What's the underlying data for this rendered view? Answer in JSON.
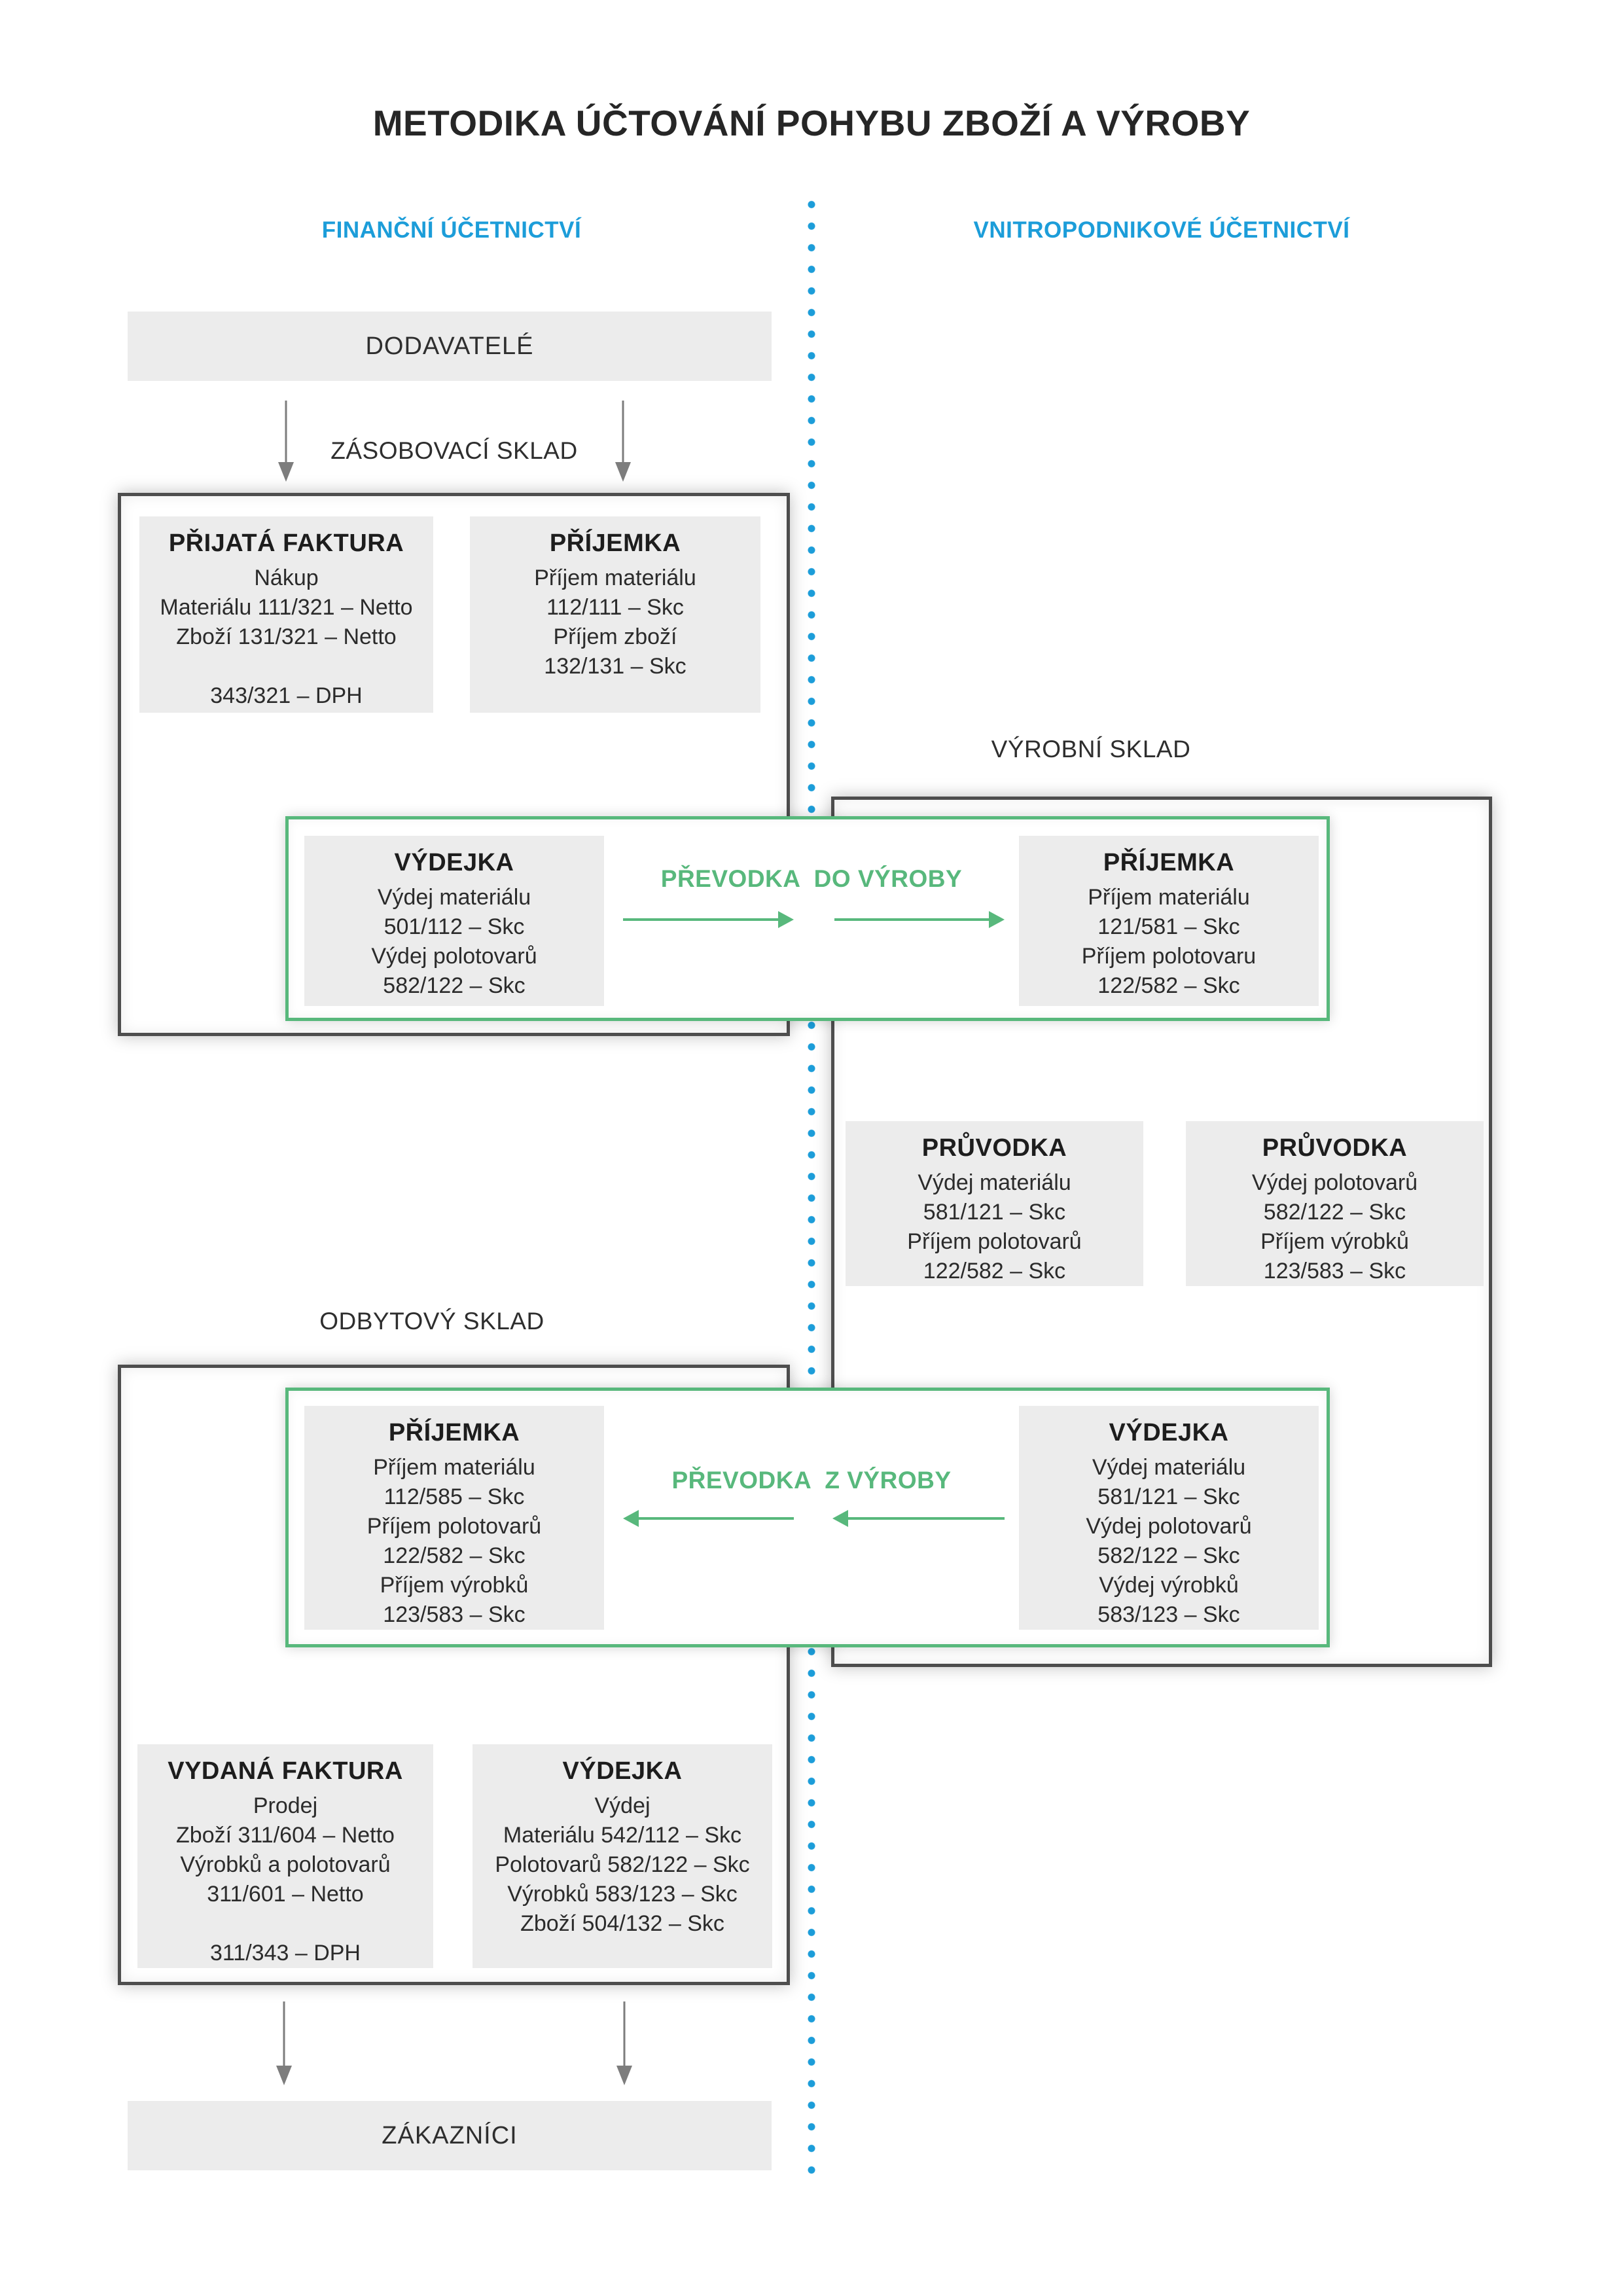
{
  "title": "METODIKA ÚČTOVÁNÍ POHYBU ZBOŽÍ A VÝROBY",
  "colors": {
    "blue": "#1C9DD9",
    "green": "#58B87C",
    "box_border": "#4D4D4D",
    "card_bg": "#ECECEC",
    "arrow_gray": "#7D7D7D",
    "text": "#262626"
  },
  "columns": {
    "left_header": "FINANČNÍ ÚČETNICTVÍ",
    "right_header": "VNITROPODNIKOVÉ ÚČETNICTVÍ"
  },
  "section_labels": {
    "zasobovaci_sklad": "ZÁSOBOVACÍ SKLAD",
    "vyrobni_sklad": "VÝROBNÍ SKLAD",
    "odbytovy_sklad": "ODBYTOVÝ SKLAD"
  },
  "nodes": {
    "dodavatele": "DODAVATELÉ",
    "zakaznici": "ZÁKAZNÍCI"
  },
  "transfers": {
    "do_vyroby": "PŘEVODKA  DO VÝROBY",
    "z_vyroby": "PŘEVODKA  Z VÝROBY"
  },
  "cards": {
    "prijata_faktura": {
      "title": "PŘIJATÁ FAKTURA",
      "lines": [
        "Nákup",
        "Materiálu 111/321 – Netto",
        "Zboží 131/321 – Netto",
        "",
        "343/321 – DPH"
      ]
    },
    "prijemka_zasobovaci": {
      "title": "PŘÍJEMKA",
      "lines": [
        "Příjem materiálu",
        "112/111 – Skc",
        "Příjem zboží",
        "132/131 – Skc"
      ]
    },
    "vydejka_do_vyroby": {
      "title": "VÝDEJKA",
      "lines": [
        "Výdej materiálu",
        "501/112 – Skc",
        "Výdej polotovarů",
        "582/122 – Skc"
      ]
    },
    "prijemka_vyrobni": {
      "title": "PŘÍJEMKA",
      "lines": [
        "Příjem materiálu",
        "121/581 – Skc",
        "Příjem polotovaru",
        "122/582 – Skc"
      ]
    },
    "pruvodka_1": {
      "title": "PRŮVODKA",
      "lines": [
        "Výdej materiálu",
        "581/121 – Skc",
        "Příjem polotovarů",
        "122/582 – Skc"
      ]
    },
    "pruvodka_2": {
      "title": "PRŮVODKA",
      "lines": [
        "Výdej polotovarů",
        "582/122 – Skc",
        "Příjem výrobků",
        "123/583 – Skc"
      ]
    },
    "prijemka_odbytovy": {
      "title": "PŘÍJEMKA",
      "lines": [
        "Příjem materiálu",
        "112/585 – Skc",
        "Příjem polotovarů",
        "122/582 – Skc",
        "Příjem výrobků",
        "123/583 – Skc"
      ]
    },
    "vydejka_z_vyroby": {
      "title": "VÝDEJKA",
      "lines": [
        "Výdej materiálu",
        "581/121 – Skc",
        "Výdej polotovarů",
        "582/122 – Skc",
        "Výdej výrobků",
        "583/123 – Skc"
      ]
    },
    "vydana_faktura": {
      "title": "VYDANÁ FAKTURA",
      "lines": [
        "Prodej",
        "Zboží 311/604 – Netto",
        "Výrobků a polotovarů",
        "311/601 – Netto",
        "",
        "311/343 – DPH"
      ]
    },
    "vydejka_prodej": {
      "title": "VÝDEJKA",
      "lines": [
        "Výdej",
        "Materiálu 542/112 – Skc",
        "Polotovarů 582/122 – Skc",
        "Výrobků 583/123 – Skc",
        "Zboží 504/132 – Skc"
      ]
    }
  }
}
